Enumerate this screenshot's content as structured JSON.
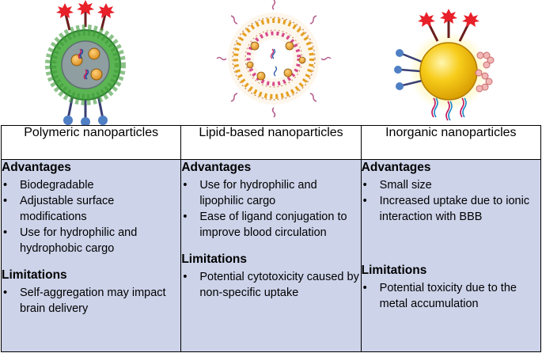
{
  "columns": [
    {
      "title": "Polymeric nanoparticles",
      "advantages_title": "Advantages",
      "advantages": [
        "Biodegradable",
        "Adjustable surface modifications",
        "Use for hydrophilic and hydrophobic cargo"
      ],
      "limitations_title": "Limitations",
      "limitations": [
        "Self-aggregation may impact brain delivery"
      ]
    },
    {
      "title": "Lipid-based nanoparticles",
      "advantages_title": "Advantages",
      "advantages": [
        "Use for hydrophilic and lipophilic cargo",
        "Ease of ligand conjugation to improve blood circulation"
      ],
      "limitations_title": "Limitations",
      "limitations": [
        "Potential cytotoxicity caused by non-specific uptake"
      ]
    },
    {
      "title": "Inorganic nanoparticles",
      "advantages_title": "Advantages",
      "advantages": [
        "Small size",
        "Increased uptake due to ionic interaction with BBB"
      ],
      "limitations_title": "Limitations",
      "limitations": [
        "Potential toxicity due to the metal accumulation"
      ]
    }
  ],
  "colors": {
    "table_fill": "#cdd3e9",
    "polymer_shell": "#5ab552",
    "polymer_core": "#8f9ea0",
    "cargo": "#f2a93b",
    "ligand": "#e8202a",
    "receptor": "#4f7fc4",
    "gold": "#f5c20e",
    "lipid_head": "#f0a020"
  },
  "icons": [
    "polymeric-nanoparticle-icon",
    "lipid-nanoparticle-icon",
    "inorganic-nanoparticle-icon"
  ]
}
